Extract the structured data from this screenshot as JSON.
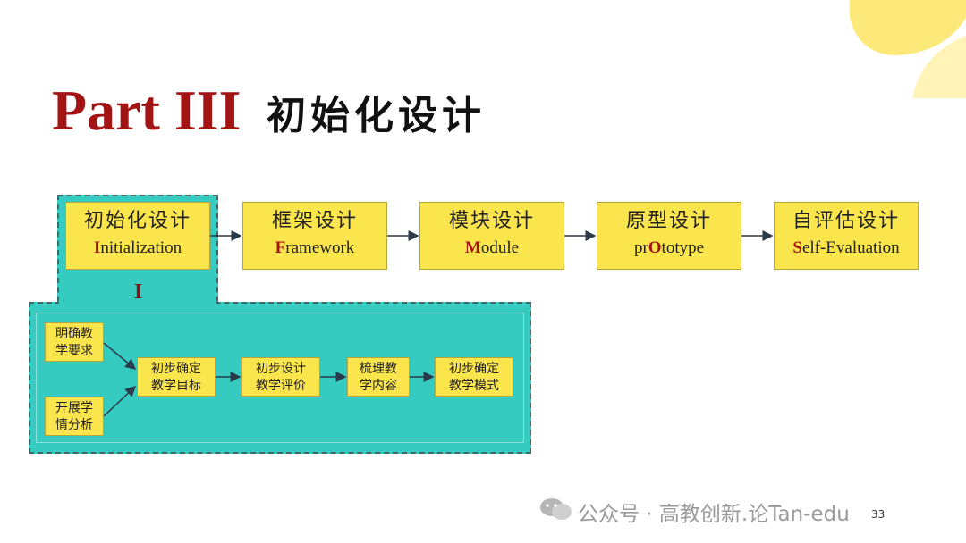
{
  "title": {
    "part": "Part III",
    "cn": "初始化设计"
  },
  "stages": [
    {
      "cn": "初始化设计",
      "en_hl": "I",
      "en_rest": "nitialization",
      "en_pre": ""
    },
    {
      "cn": "框架设计",
      "en_hl": "F",
      "en_rest": "ramework",
      "en_pre": ""
    },
    {
      "cn": "模块设计",
      "en_hl": "M",
      "en_rest": "odule",
      "en_pre": ""
    },
    {
      "cn": "原型设计",
      "en_pre": "pr",
      "en_hl": "O",
      "en_rest": "totype"
    },
    {
      "cn": "自评估设计",
      "en_hl": "S",
      "en_rest": "elf-Evaluation",
      "en_pre": ""
    }
  ],
  "phase_label": "I",
  "detail": {
    "inputs": [
      {
        "line1": "明确教",
        "line2": "学要求"
      },
      {
        "line1": "开展学",
        "line2": "情分析"
      }
    ],
    "steps": [
      {
        "line1": "初步确定",
        "line2": "教学目标"
      },
      {
        "line1": "初步设计",
        "line2": "教学评价"
      },
      {
        "line1": "梳理教",
        "line2": "学内容"
      },
      {
        "line1": "初步确定",
        "line2": "教学模式"
      }
    ]
  },
  "footer": {
    "text": "公众号 · 高教创新.论Tan-edu",
    "page": "33"
  },
  "colors": {
    "accent": "#a31515",
    "box": "#fbe54d",
    "teal": "#35cbc0",
    "deco": "#fde87a"
  }
}
